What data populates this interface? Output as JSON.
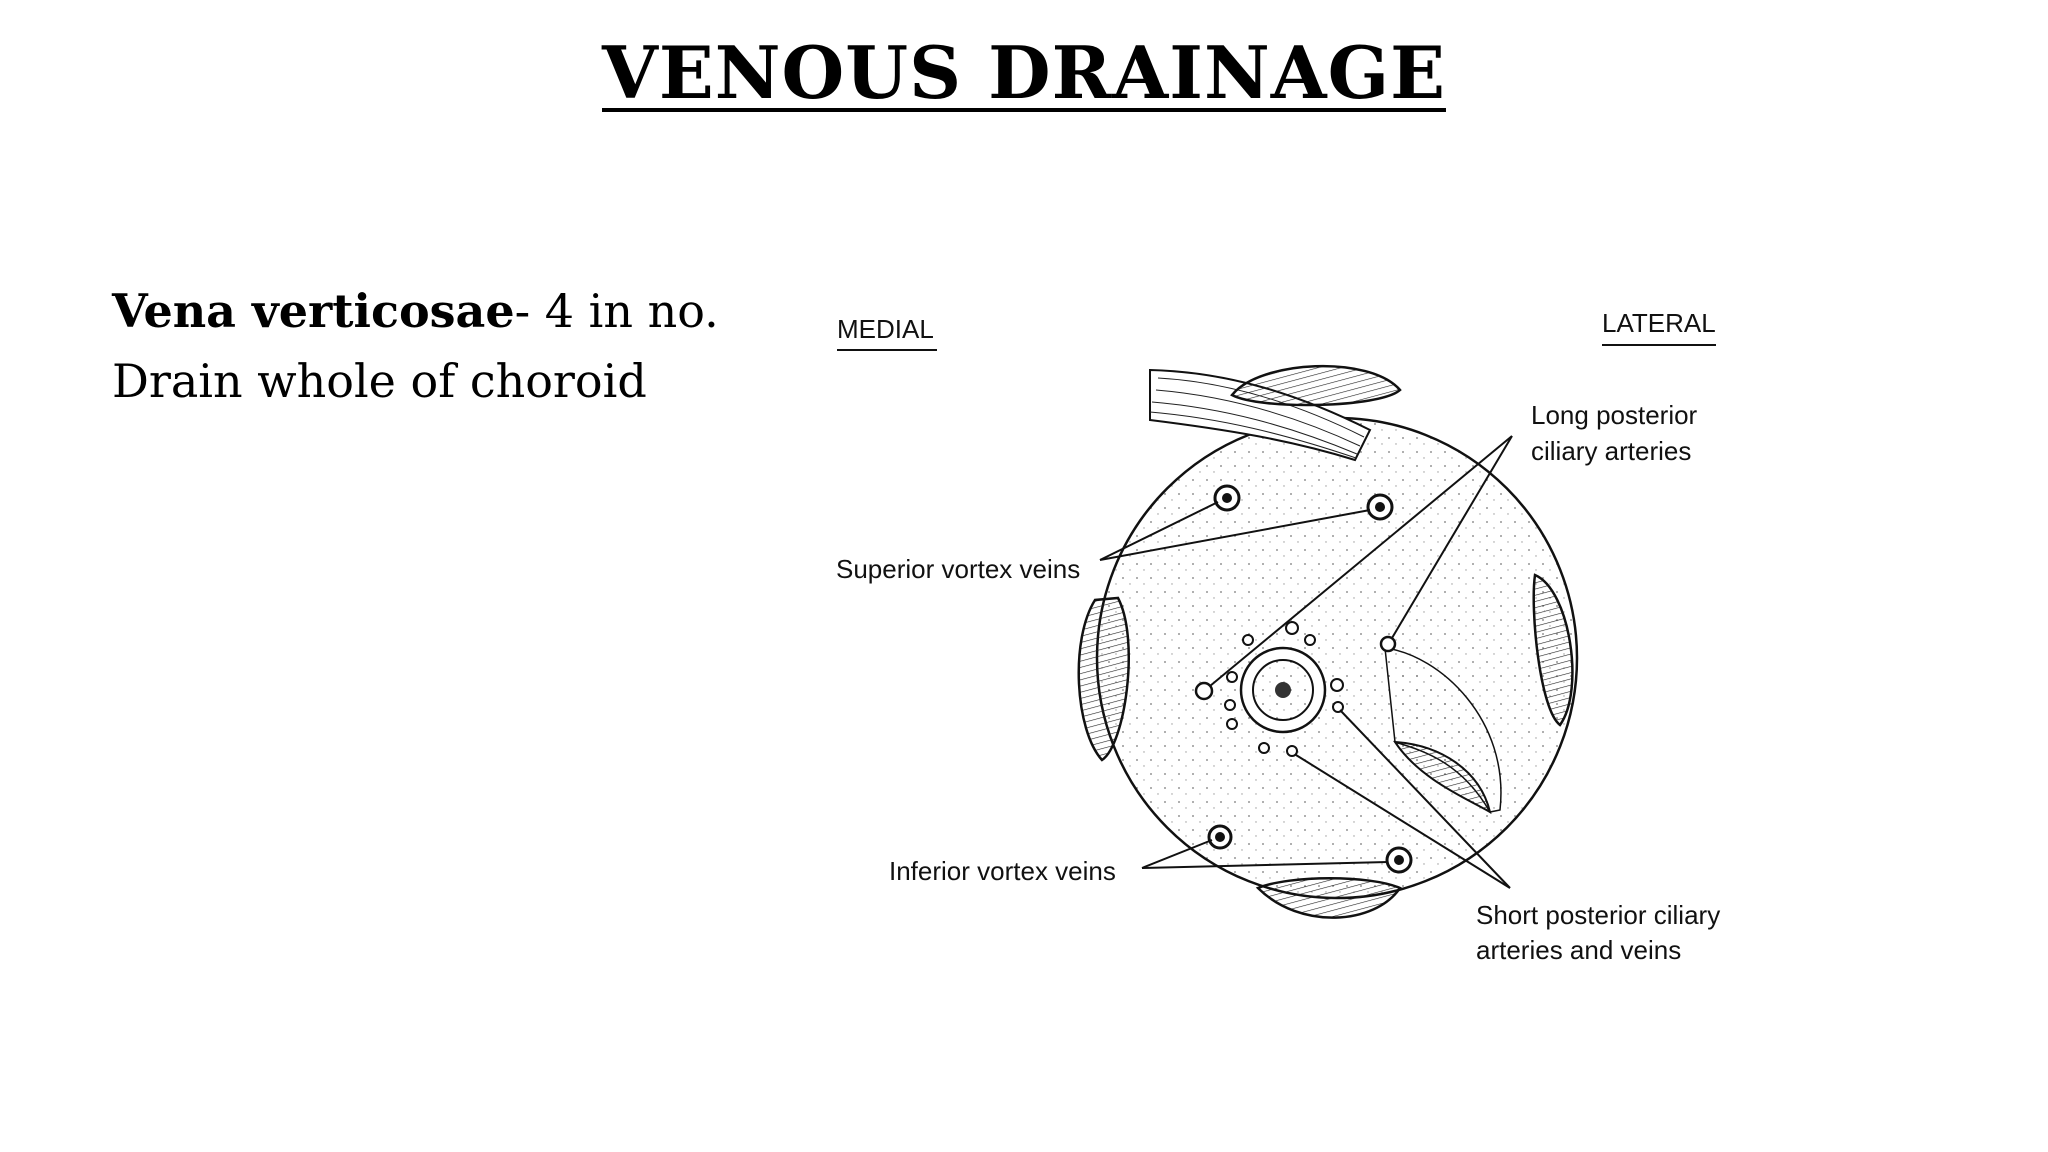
{
  "slide": {
    "title": "VENOUS DRAINAGE",
    "term": "Vena verticosae",
    "term_suffix": "- 4 in no.",
    "line2": "Drain whole of choroid"
  },
  "figure": {
    "medial_label": "MEDIAL",
    "lateral_label": "LATERAL",
    "long_posterior_line1": "Long posterior",
    "long_posterior_line2": "ciliary arteries",
    "superior_vortex": "Superior vortex veins",
    "inferior_vortex": "Inferior vortex veins",
    "short_posterior_line1": "Short posterior ciliary",
    "short_posterior_line2": "arteries and veins"
  }
}
